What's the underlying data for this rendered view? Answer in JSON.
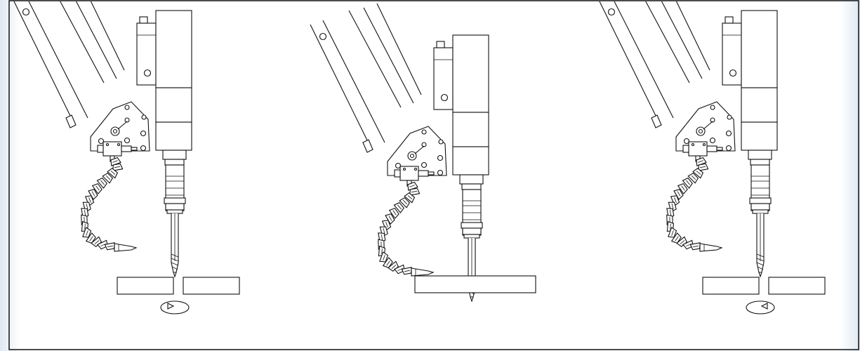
{
  "figure": {
    "panel_count": 3,
    "panels": [
      {
        "id": "left",
        "workpiece": "gap",
        "rotation_arrow": true
      },
      {
        "id": "middle",
        "workpiece": "drilled-through",
        "rotation_arrow": false
      },
      {
        "id": "right",
        "workpiece": "gap",
        "rotation_arrow": true
      }
    ],
    "colors": {
      "background": "#ffffff",
      "stroke": "#111111",
      "side_tint": "#e4ecf4"
    }
  }
}
